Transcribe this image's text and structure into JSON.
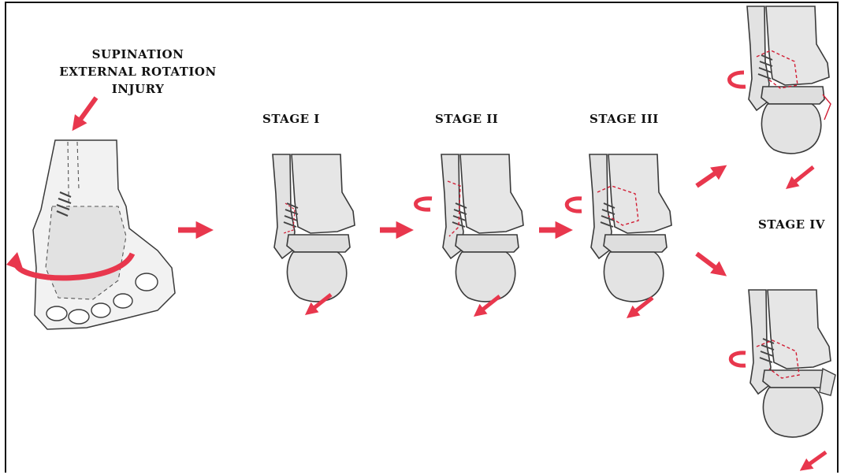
{
  "diagram": {
    "title": {
      "line1": "SUPINATION",
      "line2": "EXTERNAL ROTATION",
      "line3": "INJURY"
    },
    "stages": {
      "stage1": "STAGE I",
      "stage2": "STAGE II",
      "stage3": "STAGE III",
      "stage4": "STAGE IV"
    },
    "colors": {
      "arrow": "#e8374d",
      "bone": "#e4e4e4",
      "outline": "#3a3a3a",
      "fracture": "#d21e35",
      "background": "#ffffff"
    },
    "icons": {
      "force_arrow": "force-arrow-icon",
      "progression_arrow": "progression-arrow-icon",
      "rotation_arrow": "rotation-arrow-icon"
    }
  }
}
